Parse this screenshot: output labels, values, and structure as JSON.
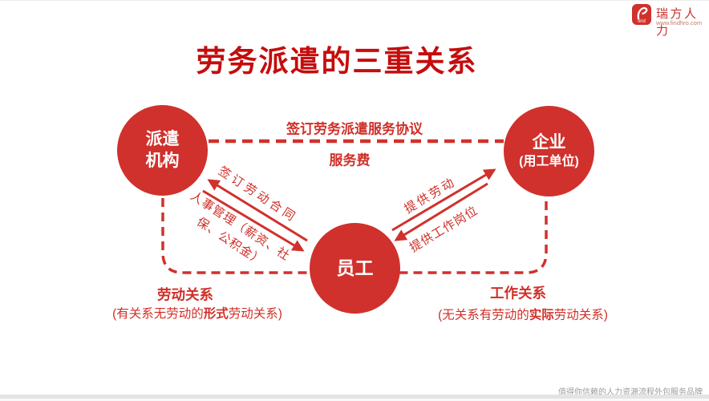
{
  "title": "劳务派遣的三重关系",
  "logo": {
    "icon_text": "find",
    "brand": "瑞方人力",
    "url": "www.findhro.com"
  },
  "nodes": {
    "agency": {
      "line1": "派遣",
      "line2": "机构"
    },
    "enterprise": {
      "line1": "企业",
      "line2": "(用工单位)"
    },
    "employee": {
      "label": "员工"
    }
  },
  "edges": {
    "agency_enterprise_above": "签订劳务派遣服务协议",
    "agency_enterprise_below": "服务费",
    "employee_to_agency": "签订劳动合同",
    "agency_to_employee_line1": "人事管理（薪资、社",
    "agency_to_employee_line2": "保、公积金）",
    "employee_to_enterprise": "提供劳动",
    "enterprise_to_employee": "提供工作岗位"
  },
  "captions": {
    "left": {
      "title": "劳动关系",
      "pre": "(有关系无劳动的",
      "em": "形式",
      "post": "劳动关系)"
    },
    "right": {
      "title": "工作关系",
      "pre": "(无关系有劳动的",
      "em": "实际",
      "post": "劳动关系)"
    }
  },
  "footer": "值得你信赖的人力资源流程外包服务品牌",
  "colors": {
    "accent_red": "#d0312c",
    "title_red": "#c50d0d",
    "footer_gray": "#9a9a9a"
  }
}
